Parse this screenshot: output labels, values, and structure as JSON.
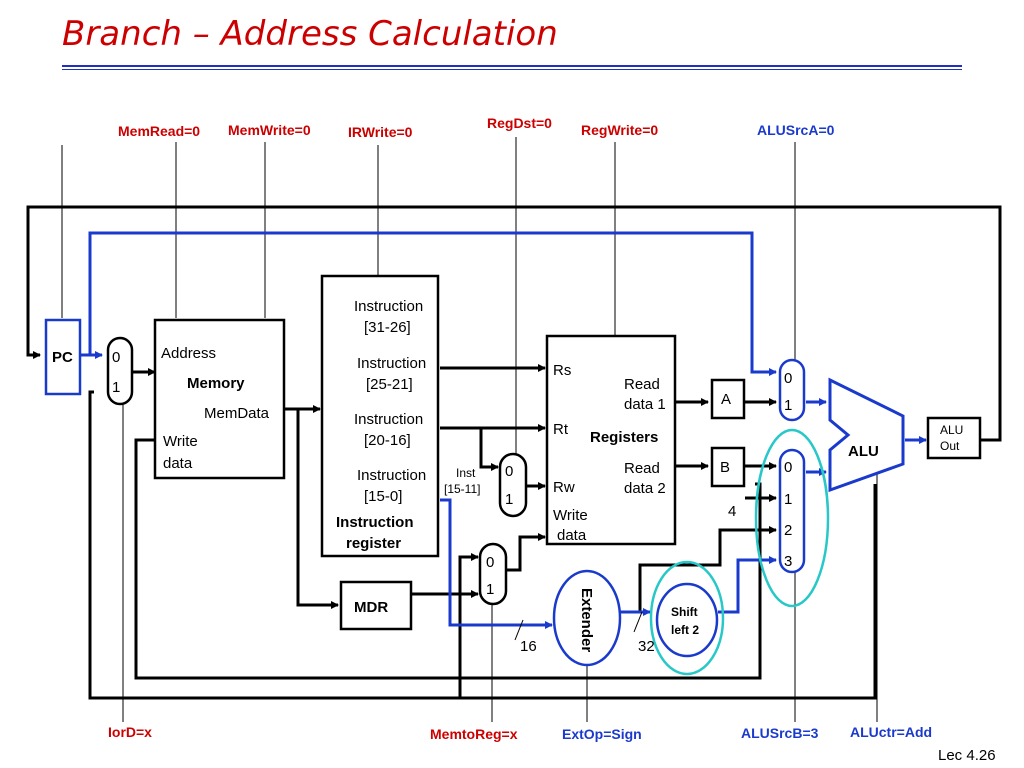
{
  "title": "Branch – Address Calculation",
  "footer": "Lec 4.26",
  "signals": {
    "memread": "MemRead=0",
    "memwrite": "MemWrite=0",
    "irwrite": "IRWrite=0",
    "regdst": "RegDst=0",
    "regwrite": "RegWrite=0",
    "alusrca": "ALUSrcA=0",
    "iord": "IorD=x",
    "memtoreg": "MemtoReg=x",
    "extop": "ExtOp=Sign",
    "alusrcb": "ALUSrcB=3",
    "aluctr": "ALUctr=Add"
  },
  "blocks": {
    "pc": "PC",
    "memory": {
      "address": "Address",
      "name": "Memory",
      "memdata": "MemData",
      "write": "Write",
      "data": "data"
    },
    "ir": {
      "f1a": "Instruction",
      "f1b": "[31-26]",
      "f2a": "Instruction",
      "f2b": "[25-21]",
      "f3a": "Instruction",
      "f3b": "[20-16]",
      "f4a": "Instruction",
      "f4b": "[15-0]",
      "name1": "Instruction",
      "name2": "register"
    },
    "inst_label": {
      "line1": "Inst",
      "line2": "[15-11]"
    },
    "registers": {
      "rs": "Rs",
      "rt": "Rt",
      "rw": "Rw",
      "write": "Write",
      "data": "data",
      "rd1a": "Read",
      "rd1b": "data 1",
      "rd2a": "Read",
      "rd2b": "data 2",
      "name": "Registers"
    },
    "mdr": "MDR",
    "a": "A",
    "b": "B",
    "alu": "ALU",
    "aluout": {
      "line1": "ALU",
      "line2": "Out"
    },
    "extender": "Extender",
    "shift": {
      "line1": "Shift",
      "line2": "left 2"
    },
    "const4": "4",
    "width16": "16",
    "width32": "32"
  },
  "mux": {
    "zero": "0",
    "one": "1",
    "two": "2",
    "three": "3"
  },
  "colors": {
    "title": "#cc0000",
    "signal_red": "#cc0000",
    "signal_blue": "#1a3acc",
    "path_blue": "#1a3acc",
    "highlight": "#28c8c8"
  }
}
